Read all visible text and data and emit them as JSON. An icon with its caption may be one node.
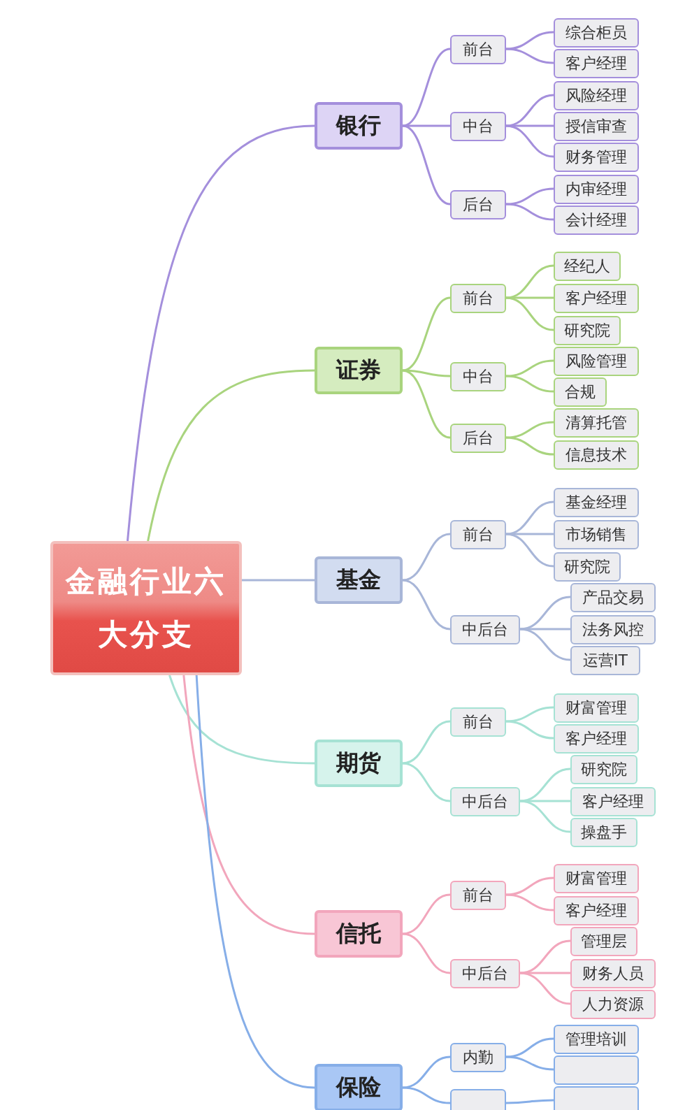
{
  "diagram": {
    "nodes": [
      {
        "text": [
          "金融行业六大分支"
        ]
      },
      {
        "text": [
          "银行"
        ]
      },
      {
        "text": [
          "前台"
        ]
      },
      {
        "text": [
          "综合柜员"
        ]
      },
      {
        "text": [
          "客户经理"
        ]
      },
      {
        "text": [
          "中台"
        ]
      },
      {
        "text": [
          "风险经理"
        ]
      },
      {
        "text": [
          "授信审查"
        ]
      },
      {
        "text": [
          "财务管理"
        ]
      },
      {
        "text": [
          "后台"
        ]
      },
      {
        "text": [
          "内审经理"
        ]
      },
      {
        "text": [
          "会计经理"
        ]
      },
      {
        "text": [
          "证券"
        ]
      },
      {
        "text": [
          "前台"
        ]
      },
      {
        "text": [
          "经纪人"
        ]
      },
      {
        "text": [
          "客户经理"
        ]
      },
      {
        "text": [
          "研究院"
        ]
      },
      {
        "text": [
          "中台"
        ]
      },
      {
        "text": [
          "风险管理"
        ]
      },
      {
        "text": [
          "合规"
        ]
      },
      {
        "text": [
          "后台"
        ]
      },
      {
        "text": [
          "清算托管"
        ]
      },
      {
        "text": [
          "信息技术"
        ]
      },
      {
        "text": [
          "基金"
        ]
      },
      {
        "text": [
          "前台"
        ]
      },
      {
        "text": [
          "基金经理"
        ]
      },
      {
        "text": [
          "市场销售"
        ]
      },
      {
        "text": [
          "研究院"
        ]
      },
      {
        "text": [
          "中后台"
        ]
      },
      {
        "text": [
          "产品交易"
        ]
      },
      {
        "text": [
          "法务风控"
        ]
      },
      {
        "text": [
          "运营IT"
        ]
      },
      {
        "text": [
          "期货"
        ]
      },
      {
        "text": [
          "前台"
        ]
      },
      {
        "text": [
          "财富管理"
        ]
      },
      {
        "text": [
          "客户经理"
        ]
      },
      {
        "text": [
          "中后台"
        ]
      },
      {
        "text": [
          "研究院"
        ]
      },
      {
        "text": [
          "客户经理"
        ]
      },
      {
        "text": [
          "操盘手"
        ]
      },
      {
        "text": [
          "信托"
        ]
      },
      {
        "text": [
          "前台"
        ]
      },
      {
        "text": [
          "财富管理"
        ]
      },
      {
        "text": [
          "客户经理"
        ]
      },
      {
        "text": [
          "中后台"
        ]
      },
      {
        "text": [
          "管理层"
        ]
      },
      {
        "text": [
          "财务人员"
        ]
      },
      {
        "text": [
          "人力资源"
        ]
      },
      {
        "text": [
          "保险"
        ]
      },
      {
        "text": [
          "内勤"
        ]
      },
      {
        "text": [
          "管理培训"
        ]
      },
      {
        "text": [],
        "shape": "box"
      },
      {
        "text": [],
        "shape": "box"
      },
      {
        "text": [],
        "shape": "box"
      }
    ],
    "edges": [
      {
        "from": 0,
        "to": 1,
        "arrow": "none",
        "color": "#a48fdc"
      },
      {
        "from": 0,
        "to": 12,
        "arrow": "none",
        "color": "#a9d47e"
      },
      {
        "from": 0,
        "to": 23,
        "arrow": "none",
        "color": "#a8b6d8"
      },
      {
        "from": 0,
        "to": 32,
        "arrow": "none",
        "color": "#a6e2d4"
      },
      {
        "from": 0,
        "to": 40,
        "arrow": "none",
        "color": "#f2a6bc"
      },
      {
        "from": 0,
        "to": 48,
        "arrow": "none",
        "color": "#86aee8"
      },
      {
        "from": 1,
        "to": 2,
        "arrow": "none",
        "color": "#a48fdc"
      },
      {
        "from": 2,
        "to": 3,
        "arrow": "none",
        "color": "#a48fdc"
      },
      {
        "from": 2,
        "to": 4,
        "arrow": "none",
        "color": "#a48fdc"
      },
      {
        "from": 1,
        "to": 5,
        "arrow": "none",
        "color": "#a48fdc"
      },
      {
        "from": 5,
        "to": 6,
        "arrow": "none",
        "color": "#a48fdc"
      },
      {
        "from": 5,
        "to": 7,
        "arrow": "none",
        "color": "#a48fdc"
      },
      {
        "from": 5,
        "to": 8,
        "arrow": "none",
        "color": "#a48fdc"
      },
      {
        "from": 1,
        "to": 9,
        "arrow": "none",
        "color": "#a48fdc"
      },
      {
        "from": 9,
        "to": 10,
        "arrow": "none",
        "color": "#a48fdc"
      },
      {
        "from": 9,
        "to": 11,
        "arrow": "none",
        "color": "#a48fdc"
      },
      {
        "from": 12,
        "to": 13,
        "arrow": "none",
        "color": "#a9d47e"
      },
      {
        "from": 13,
        "to": 14,
        "arrow": "none",
        "color": "#a9d47e"
      },
      {
        "from": 13,
        "to": 15,
        "arrow": "none",
        "color": "#a9d47e"
      },
      {
        "from": 13,
        "to": 16,
        "arrow": "none",
        "color": "#a9d47e"
      },
      {
        "from": 12,
        "to": 17,
        "arrow": "none",
        "color": "#a9d47e"
      },
      {
        "from": 17,
        "to": 18,
        "arrow": "none",
        "color": "#a9d47e"
      },
      {
        "from": 17,
        "to": 19,
        "arrow": "none",
        "color": "#a9d47e"
      },
      {
        "from": 12,
        "to": 20,
        "arrow": "none",
        "color": "#a9d47e"
      },
      {
        "from": 20,
        "to": 21,
        "arrow": "none",
        "color": "#a9d47e"
      },
      {
        "from": 20,
        "to": 22,
        "arrow": "none",
        "color": "#a9d47e"
      },
      {
        "from": 23,
        "to": 24,
        "arrow": "none",
        "color": "#a8b6d8"
      },
      {
        "from": 24,
        "to": 25,
        "arrow": "none",
        "color": "#a8b6d8"
      },
      {
        "from": 24,
        "to": 26,
        "arrow": "none",
        "color": "#a8b6d8"
      },
      {
        "from": 24,
        "to": 27,
        "arrow": "none",
        "color": "#a8b6d8"
      },
      {
        "from": 23,
        "to": 28,
        "arrow": "none",
        "color": "#a8b6d8"
      },
      {
        "from": 28,
        "to": 29,
        "arrow": "none",
        "color": "#a8b6d8"
      },
      {
        "from": 28,
        "to": 30,
        "arrow": "none",
        "color": "#a8b6d8"
      },
      {
        "from": 28,
        "to": 31,
        "arrow": "none",
        "color": "#a8b6d8"
      },
      {
        "from": 32,
        "to": 33,
        "arrow": "none",
        "color": "#a6e2d4"
      },
      {
        "from": 33,
        "to": 34,
        "arrow": "none",
        "color": "#a6e2d4"
      },
      {
        "from": 33,
        "to": 35,
        "arrow": "none",
        "color": "#a6e2d4"
      },
      {
        "from": 32,
        "to": 36,
        "arrow": "none",
        "color": "#a6e2d4"
      },
      {
        "from": 36,
        "to": 37,
        "arrow": "none",
        "color": "#a6e2d4"
      },
      {
        "from": 36,
        "to": 38,
        "arrow": "none",
        "color": "#a6e2d4"
      },
      {
        "from": 36,
        "to": 39,
        "arrow": "none",
        "color": "#a6e2d4"
      },
      {
        "from": 40,
        "to": 41,
        "arrow": "none",
        "color": "#f2a6bc"
      },
      {
        "from": 41,
        "to": 42,
        "arrow": "none",
        "color": "#f2a6bc"
      },
      {
        "from": 41,
        "to": 43,
        "arrow": "none",
        "color": "#f2a6bc"
      },
      {
        "from": 40,
        "to": 44,
        "arrow": "none",
        "color": "#f2a6bc"
      },
      {
        "from": 44,
        "to": 45,
        "arrow": "none",
        "color": "#f2a6bc"
      },
      {
        "from": 44,
        "to": 46,
        "arrow": "none",
        "color": "#f2a6bc"
      },
      {
        "from": 44,
        "to": 47,
        "arrow": "none",
        "color": "#f2a6bc"
      },
      {
        "from": 48,
        "to": 49,
        "arrow": "none",
        "color": "#86aee8"
      },
      {
        "from": 49,
        "to": 50,
        "arrow": "none",
        "color": "#86aee8"
      },
      {
        "from": 49,
        "to": 51,
        "arrow": "none",
        "color": "#86aee8"
      },
      {
        "from": 48,
        "to": 52,
        "arrow": "none",
        "color": "#86aee8"
      },
      {
        "from": 52,
        "to": 53,
        "arrow": "none",
        "color": "#86aee8"
      }
    ]
  }
}
